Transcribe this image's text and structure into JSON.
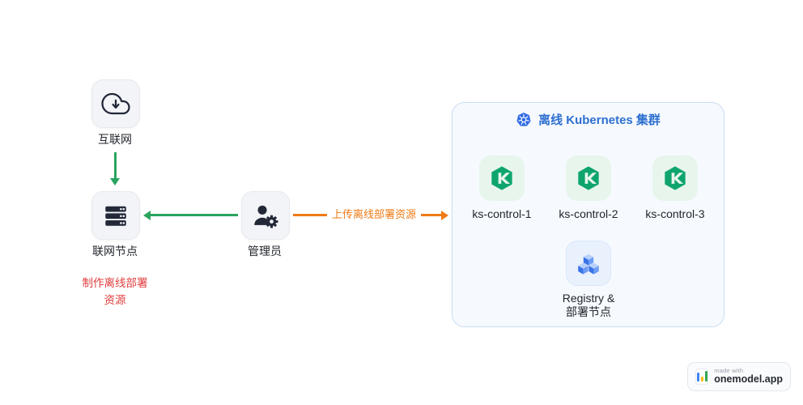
{
  "diagram": {
    "internet": {
      "label": "互联网"
    },
    "gateway": {
      "label": "联网节点",
      "note_line1": "制作离线部署",
      "note_line2": "资源"
    },
    "admin": {
      "label": "管理员"
    },
    "upload_arrow_label": "上传离线部署资源",
    "cluster": {
      "title": "离线 Kubernetes 集群",
      "control_nodes": [
        "ks-control-1",
        "ks-control-2",
        "ks-control-3"
      ],
      "registry": {
        "line1": "Registry &",
        "line2": "部署节点"
      }
    }
  },
  "watermark": {
    "made_with": "made with",
    "brand": "onemodel.app"
  },
  "colors": {
    "download_flow_green": "#2aa45e",
    "upload_flow_orange": "#ef7b17",
    "offline_note_red": "#e23c3c",
    "cluster_title_blue": "#2e6fd0",
    "kubernetes_blue": "#326ce5",
    "kubesphere_green": "#0ea56d",
    "node_box_gray": "#f2f4f7"
  }
}
